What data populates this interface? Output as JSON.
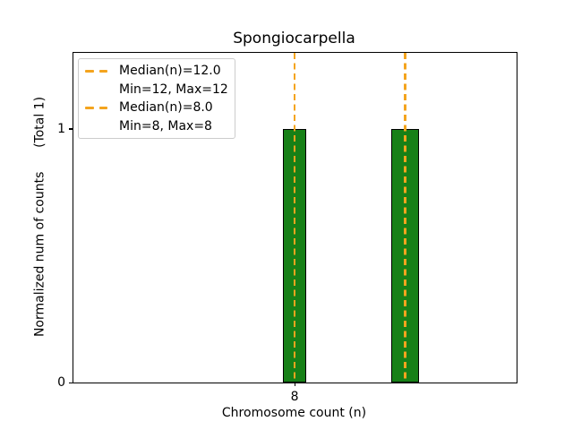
{
  "chart_data": {
    "type": "bar",
    "title": "Spongiocarpella",
    "xlabel": "Chromosome count (n)",
    "ylabel": "Normalized num of counts      (Total 1)",
    "xlim": [
      0,
      16.03
    ],
    "ylim": [
      0,
      1.3
    ],
    "grid": false,
    "legend_position": "upper-left",
    "xticks": [
      {
        "value": 8,
        "label": "8"
      }
    ],
    "yticks": [
      {
        "value": 0,
        "label": "0"
      },
      {
        "value": 1,
        "label": "1"
      }
    ],
    "bars": [
      {
        "x_center": 8,
        "width": 0.84,
        "height": 1.0
      },
      {
        "x_center": 12,
        "width": 1.0,
        "height": 1.0
      }
    ],
    "median_lines": [
      {
        "x": 12.0,
        "style": "dashed"
      },
      {
        "x": 8.0,
        "style": "dashed"
      }
    ],
    "legend": {
      "rows": [
        {
          "marker": true,
          "text": "Median(n)=12.0"
        },
        {
          "marker": false,
          "text": "Min=12, Max=12"
        },
        {
          "marker": true,
          "text": "Median(n)=8.0"
        },
        {
          "marker": false,
          "text": "Min=8, Max=8"
        }
      ]
    },
    "colors": {
      "bar_fill": "#178017",
      "bar_edge": "#000000",
      "median_line": "#F4A41E",
      "axes_edge": "#000000",
      "text": "#000000",
      "legend_border": "#cccccc"
    }
  }
}
